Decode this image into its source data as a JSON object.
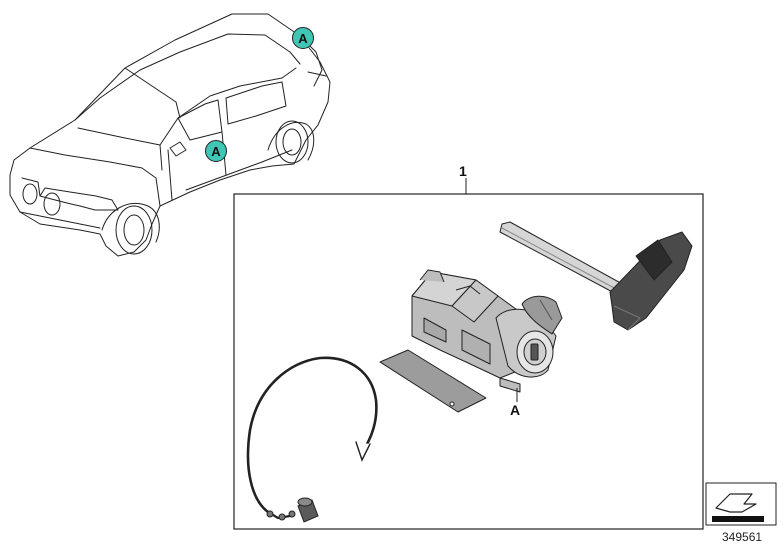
{
  "diagram": {
    "item_number": "1",
    "part_callout": "A",
    "car_callouts": [
      "A",
      "A"
    ],
    "image_number": "349561",
    "colors": {
      "callout_fill": "#3fc6b4",
      "line": "#222222",
      "part_fill": "#bdbdbd",
      "key_dark": "#4a4a4a"
    },
    "icons": [
      "vehicle-outline-icon",
      "ignition-lock-cylinder-icon",
      "emergency-key-blade-icon",
      "gasket-plate-icon",
      "cable-loop-icon",
      "catalog-reference-icon"
    ]
  }
}
